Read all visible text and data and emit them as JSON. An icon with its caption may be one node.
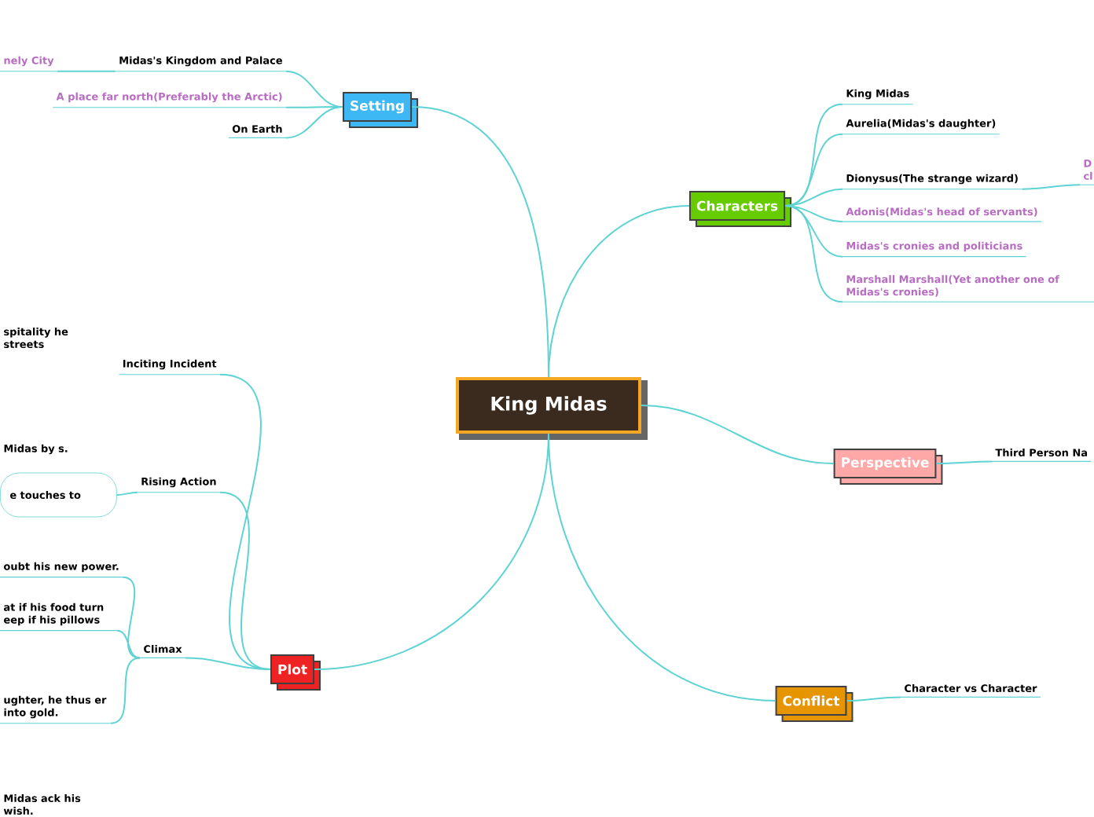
{
  "diagram": {
    "nodes": [
      {
        "text": [
          "King Midas"
        ]
      },
      {
        "text": [
          "Setting"
        ]
      },
      {
        "text": [
          "Midas's Kingdom and Palace"
        ]
      },
      {
        "text": [
          "nely City"
        ]
      },
      {
        "text": [
          "A place far north(Preferably the Arctic)"
        ]
      },
      {
        "text": [
          "On Earth"
        ]
      },
      {
        "text": [
          "Characters"
        ]
      },
      {
        "text": [
          "King Midas"
        ]
      },
      {
        "text": [
          "Aurelia(Midas's daughter)"
        ]
      },
      {
        "text": [
          "Dionysus(The strange wizard)"
        ]
      },
      {
        "text": [
          "D cl"
        ]
      },
      {
        "text": [
          "Adonis(Midas's head of servants)"
        ]
      },
      {
        "text": [
          "Midas's cronies and politicians"
        ]
      },
      {
        "text": [
          "Marshall Marshall(Yet another one of Midas's cronies)"
        ]
      },
      {
        "text": [
          "Perspective"
        ]
      },
      {
        "text": [
          "Third Person Na"
        ]
      },
      {
        "text": [
          "Conflict"
        ]
      },
      {
        "text": [
          "Character vs Character"
        ]
      },
      {
        "text": [
          "Plot"
        ]
      },
      {
        "text": [
          "Inciting Incident"
        ]
      },
      {
        "text": [
          "Rising Action"
        ]
      },
      {
        "text": [
          "e touches to"
        ]
      },
      {
        "text": [
          "Climax"
        ]
      },
      {
        "text": [
          "oubt his new power."
        ]
      },
      {
        "text": [
          "at if his food turn eep if his pillows"
        ]
      },
      {
        "text": [
          "ughter, he thus er into gold."
        ]
      }
    ],
    "edges": [
      {
        "from": 0,
        "to": 1,
        "arrow": "none"
      },
      {
        "from": 1,
        "to": 2,
        "arrow": "none"
      },
      {
        "from": 2,
        "to": 3,
        "arrow": "none"
      },
      {
        "from": 1,
        "to": 4,
        "arrow": "none"
      },
      {
        "from": 1,
        "to": 5,
        "arrow": "none"
      },
      {
        "from": 0,
        "to": 6,
        "arrow": "none"
      },
      {
        "from": 6,
        "to": 7,
        "arrow": "none"
      },
      {
        "from": 6,
        "to": 8,
        "arrow": "none"
      },
      {
        "from": 6,
        "to": 9,
        "arrow": "none"
      },
      {
        "from": 9,
        "to": 10,
        "arrow": "none"
      },
      {
        "from": 6,
        "to": 11,
        "arrow": "none"
      },
      {
        "from": 6,
        "to": 12,
        "arrow": "none"
      },
      {
        "from": 6,
        "to": 13,
        "arrow": "none"
      },
      {
        "from": 0,
        "to": 14,
        "arrow": "none"
      },
      {
        "from": 14,
        "to": 15,
        "arrow": "none"
      },
      {
        "from": 0,
        "to": 16,
        "arrow": "none"
      },
      {
        "from": 16,
        "to": 17,
        "arrow": "none"
      },
      {
        "from": 0,
        "to": 18,
        "arrow": "none"
      },
      {
        "from": 18,
        "to": 19,
        "arrow": "none"
      },
      {
        "from": 18,
        "to": 20,
        "arrow": "none"
      },
      {
        "from": 20,
        "to": 21,
        "arrow": "none"
      },
      {
        "from": 18,
        "to": 22,
        "arrow": "none"
      },
      {
        "from": 22,
        "to": 23,
        "arrow": "none"
      },
      {
        "from": 22,
        "to": 24,
        "arrow": "none"
      },
      {
        "from": 22,
        "to": 25,
        "arrow": "none"
      }
    ],
    "labels": [
      "spitality he streets",
      "Midas by s.",
      "Midas ack his wish."
    ]
  }
}
